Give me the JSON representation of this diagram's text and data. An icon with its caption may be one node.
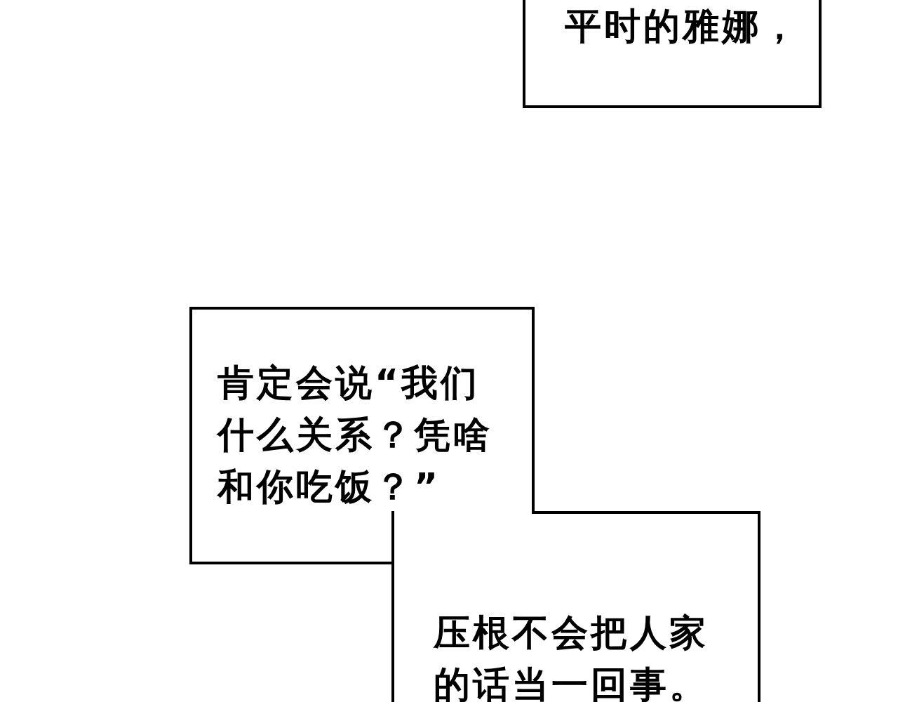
{
  "diagram": {
    "nodes": [
      {
        "text": [
          "平时的雅娜，"
        ]
      },
      {
        "text": [
          "肯定会说“我们什么关系？凭啥和你吃饭？”"
        ]
      },
      {
        "text": [
          "压根不会把人家的话当一回事。"
        ]
      }
    ]
  }
}
